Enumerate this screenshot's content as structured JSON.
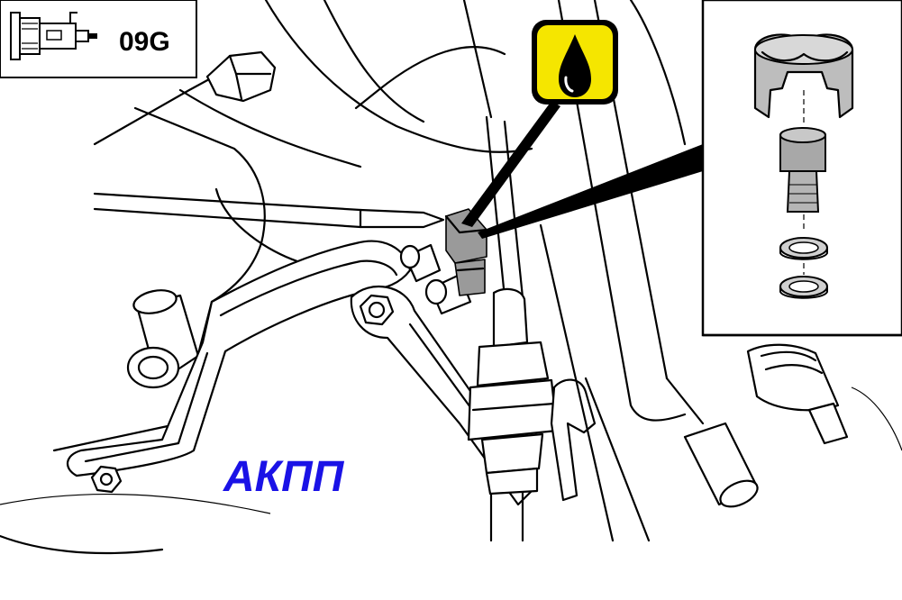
{
  "header_box": {
    "code": "09G",
    "icon": "transmission-icon"
  },
  "oil_symbol": {
    "icon": "oil-drop-icon",
    "background_color": "#f5e600"
  },
  "caption": {
    "text": "АКПП",
    "color": "#1a12e6"
  },
  "detail_inset": {
    "parts": [
      "cap",
      "bolt",
      "sealing-ring",
      "sealing-ring"
    ]
  }
}
